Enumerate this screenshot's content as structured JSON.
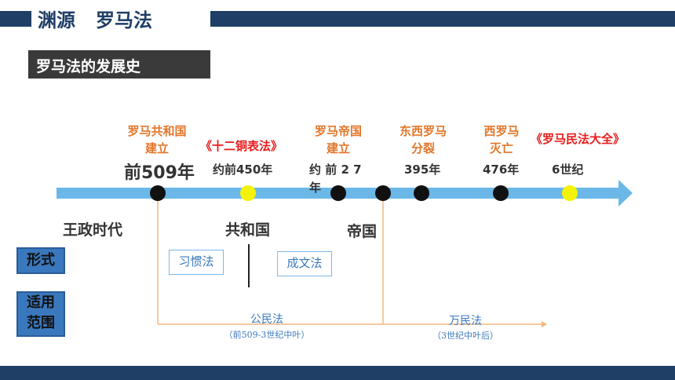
{
  "header": {
    "title_1": "渊源",
    "title_2": "罗马法"
  },
  "subtitle": "罗马法的发展史",
  "timeline": {
    "events": [
      {
        "label_1": "罗马共和国",
        "label_2": "建立",
        "date": "前509年"
      },
      {
        "label": "《十二铜表法》",
        "date": "约前450年"
      },
      {
        "label_1": "罗马帝国",
        "label_2": "建立",
        "date_1": "约 前 2 7",
        "date_2": "年"
      },
      {
        "label_1": "东西罗马",
        "label_2": "分裂",
        "date": "395年"
      },
      {
        "label_1": "西罗马",
        "label_2": "灭亡",
        "date": "476年"
      },
      {
        "label": "《罗马民法大全》",
        "date": "6世纪"
      }
    ],
    "eras": [
      "王政时代",
      "共和国",
      "帝国"
    ]
  },
  "forms": {
    "heading": "形式",
    "custom": "习惯法",
    "written": "成文法"
  },
  "scope": {
    "heading_1": "适用",
    "heading_2": "范围",
    "civil_law": "公民法",
    "civil_range": "（前509-3世纪中叶）",
    "nations_law": "万民法",
    "nations_range": "（3世纪中叶后）"
  },
  "colors": {
    "navy": "#1f3f66",
    "arrow": "#6bb8e8",
    "orange": "#e2762a",
    "red": "#e81d1d",
    "blue": "#3a78bd"
  }
}
